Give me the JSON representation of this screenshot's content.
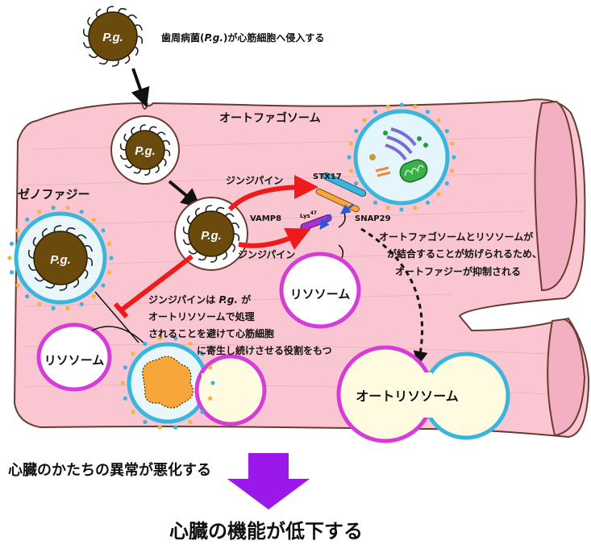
{
  "title_caption": {
    "prefix": "歯周病菌(",
    "pg": "P.g.",
    "suffix": ")が心筋細胞へ侵入する"
  },
  "pathogen_label": "P.g.",
  "autophagosome_label": "オートファゴソーム",
  "xenophagy_label": "ゼノファジー",
  "gingipain_upper": "ジンジパイン",
  "gingipain_lower": "ジンジパイン",
  "protein_labels": {
    "stx17": "STX17",
    "vamp8": "VAMP8",
    "snap29": "SNAP29",
    "lys": "Lys",
    "lys_sup": "47"
  },
  "lysosome_label": "リソソーム",
  "autolysosome_label": "オートリソソーム",
  "fusion_note": [
    "オートファゴソームとリソソームが",
    "が結合することが妨げられるため、",
    "オートファジーが抑制される"
  ],
  "gingipain_note": {
    "line1_prefix": "ジンジパインは ",
    "line1_pg": "P.g.",
    "line1_suffix": " が",
    "line2": "オートリソソームで処理",
    "line3": "されることを避けて心筋細胞",
    "line4": "に寄生し続けさせる役割をもつ"
  },
  "outcome_1": "心臓のかたちの異常が悪化する",
  "outcome_2": "心臓の機能が低下する",
  "colors": {
    "cell_fill": "#f9c6d2",
    "cell_stroke": "#6b3a2e",
    "bacterium": "#6b4a0e",
    "cyan": "#3ab6dc",
    "magenta": "#d63dd6",
    "red": "#ee1b1b",
    "purple": "#9a19e8",
    "vesicle_fill": "#fffbe0",
    "orange": "#f7a73a"
  }
}
